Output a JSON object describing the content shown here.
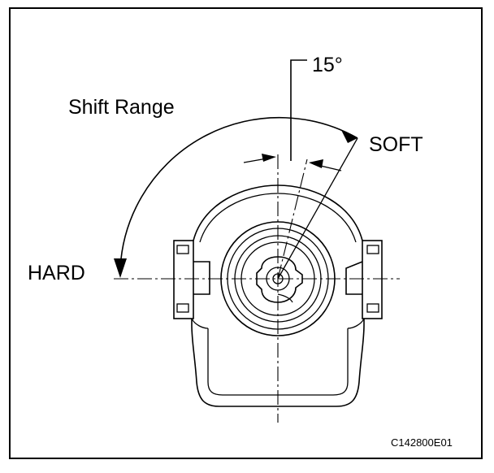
{
  "labels": {
    "angle": "15°",
    "shift_range": "Shift Range",
    "soft": "SOFT",
    "hard": "HARD",
    "figure_code": "C142800E01"
  }
}
